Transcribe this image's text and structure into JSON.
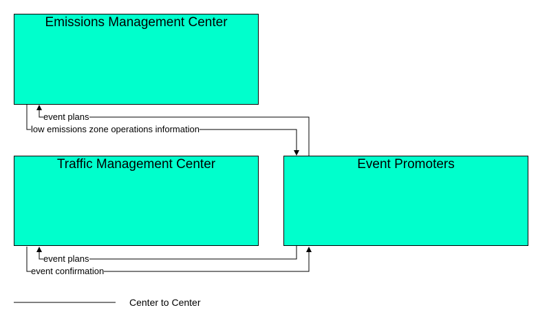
{
  "colors": {
    "box_fill": "#00ffcc",
    "line": "#000000",
    "background": "#ffffff"
  },
  "boxes": {
    "emissions": "Emissions Management Center",
    "traffic": "Traffic Management Center",
    "event_promoters": "Event Promoters"
  },
  "flows": {
    "emc_event_plans": "event plans",
    "emc_low_emissions": "low emissions zone operations information",
    "tmc_event_plans": "event plans",
    "tmc_event_confirmation": "event confirmation"
  },
  "legend": {
    "center_to_center": "Center to Center"
  }
}
